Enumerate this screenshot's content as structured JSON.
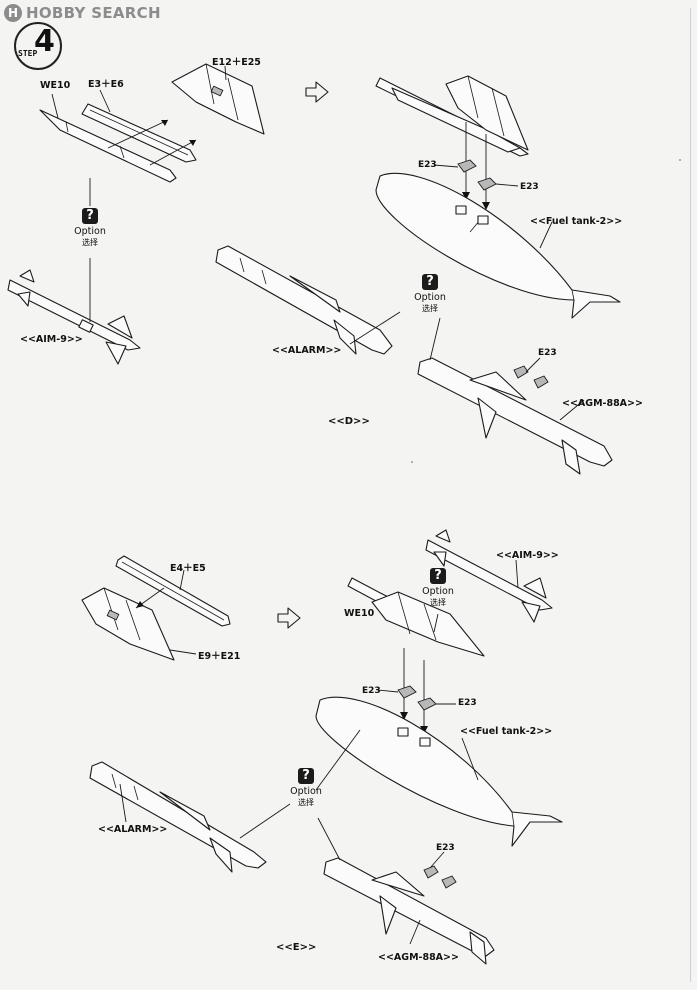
{
  "watermark": {
    "mark": "H",
    "text": "HOBBY SEARCH"
  },
  "step": {
    "word": "STEP",
    "number": "4"
  },
  "option": {
    "en": "Option",
    "cn": "选择"
  },
  "section_d": {
    "parts_pylon": "E12＋E25",
    "parts_rail": "E3＋E6",
    "part_we": "WE10",
    "part_e23_left": "E23",
    "part_e23_right": "E23",
    "part_e23_agm": "E23",
    "aim9": "<<AIM-9>>",
    "alarm": "<<ALARM>>",
    "fuel": "<<Fuel tank-2>>",
    "agm": "<<AGM-88A>>",
    "title": "<<D>>"
  },
  "section_e": {
    "parts_rail": "E4＋E5",
    "parts_pylon": "E9＋E21",
    "part_we": "WE10",
    "part_e23_left": "E23",
    "part_e23_right": "E23",
    "part_e23_agm": "E23",
    "aim9": "<<AIM-9>>",
    "alarm": "<<ALARM>>",
    "fuel": "<<Fuel tank-2>>",
    "agm": "<<AGM-88A>>",
    "title": "<<E>>"
  }
}
